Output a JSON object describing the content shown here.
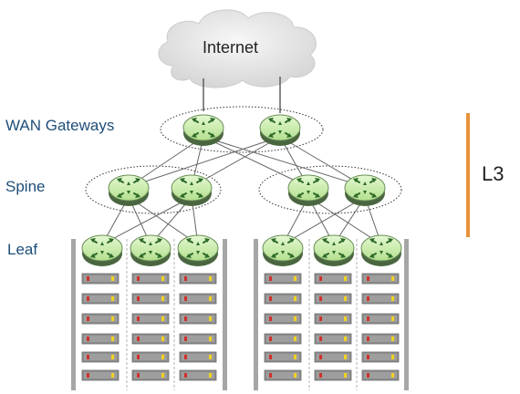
{
  "labels": {
    "internet": "Internet",
    "wan": "WAN Gateways",
    "spine": "Spine",
    "leaf": "Leaf",
    "layer": "L3"
  },
  "colors": {
    "router_fill": "#c8eea8",
    "router_shadow": "#5a7a4a",
    "router_arrow": "#2f6b2a",
    "label_blue": "#1f4e79",
    "bracket_orange": "#e8913a",
    "rack_post": "#a6a6a6",
    "server_fill": "#8c8c8c",
    "led_red": "#d0302a",
    "led_yellow": "#f2d21c"
  },
  "icons": {
    "router": "router-icon",
    "cloud": "cloud-icon",
    "server": "server-icon"
  }
}
